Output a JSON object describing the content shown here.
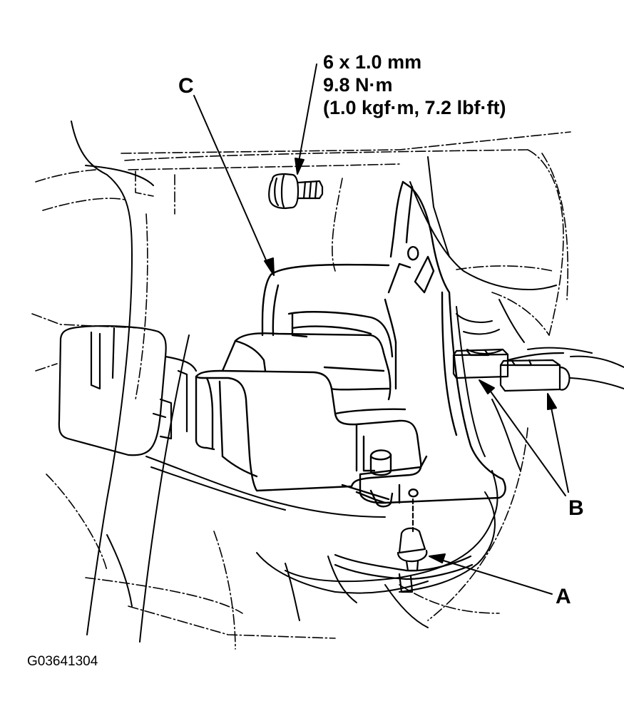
{
  "figure": {
    "id": "G03641304"
  },
  "fastener_spec": {
    "size": "6 x 1.0 mm",
    "torque": "9.8 N·m",
    "torque_alt": "(1.0 kgf·m, 7.2 lbf·ft)"
  },
  "callouts": {
    "a": "A",
    "b": "B",
    "c": "C"
  }
}
